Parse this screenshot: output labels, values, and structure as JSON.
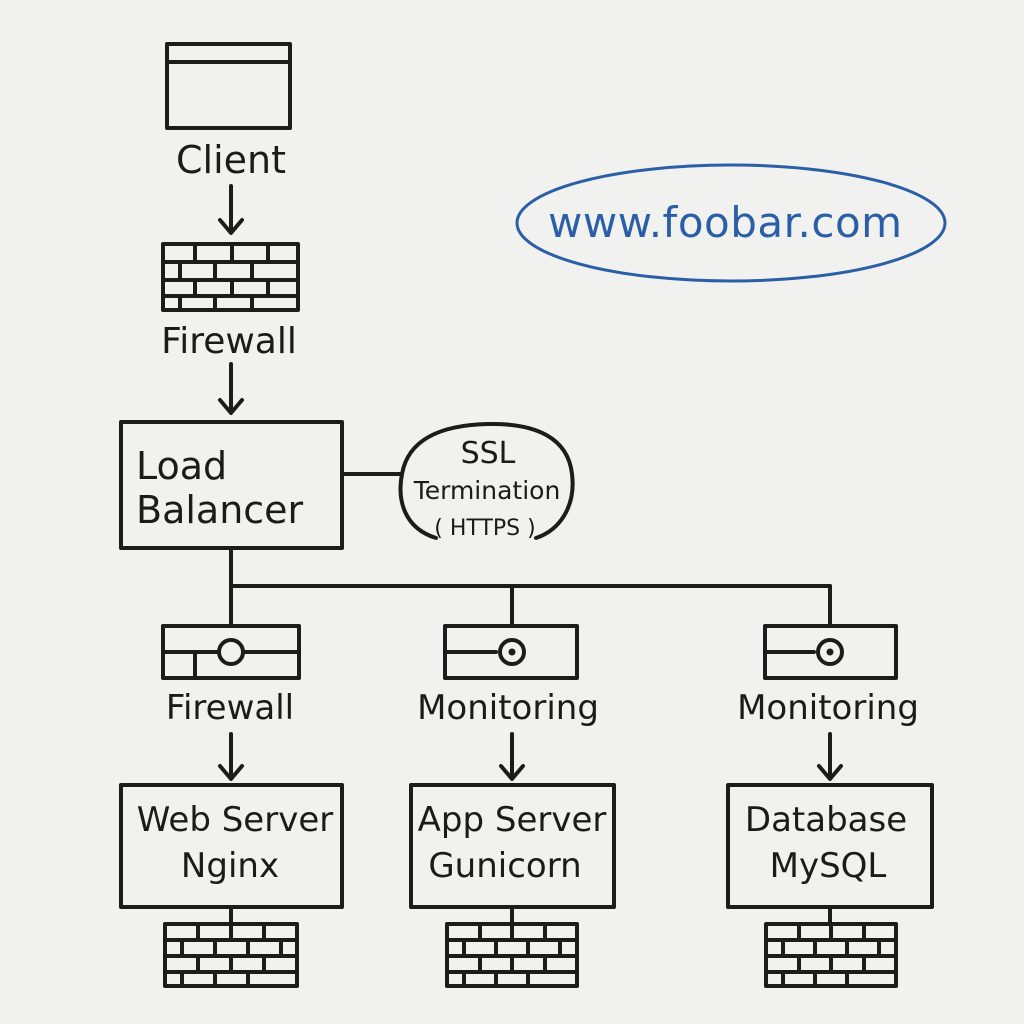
{
  "diagram": {
    "url_text": "www.foobar.com",
    "client_label": "Client",
    "firewall_top_label": "Firewall",
    "load_balancer_line1": "Load",
    "load_balancer_line2": "Balancer",
    "ssl_line1": "SSL",
    "ssl_line2": "Termination",
    "ssl_line3": "( HTTPS )",
    "firewall_branch_label": "Firewall",
    "monitoring_app_label": "Monitoring",
    "monitoring_db_label": "Monitoring",
    "web_server_line1": "Web Server",
    "web_server_line2": "Nginx",
    "app_server_line1": "App Server",
    "app_server_line2": "Gunicorn",
    "database_line1": "Database",
    "database_line2": "MySQL"
  },
  "colors": {
    "ink": "#1c1c1c",
    "url_blue": "#2a5fa8",
    "background": "#f1f1f0"
  },
  "icons": [
    "browser-window-icon",
    "brick-firewall-icon",
    "firewall-device-icon",
    "monitoring-device-icon",
    "arrow-down-icon"
  ]
}
